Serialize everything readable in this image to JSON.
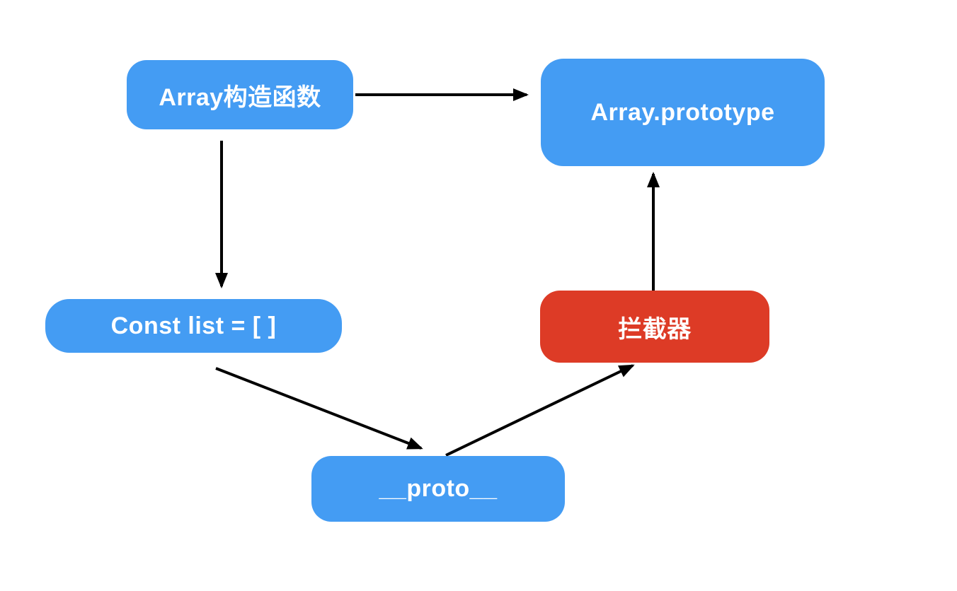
{
  "diagram": {
    "description": "Array prototype chain with interceptor",
    "colors": {
      "node_blue": "#449CF3",
      "node_red": "#DD3B26",
      "arrow": "#000000",
      "text": "#FFFFFF",
      "background": "#FFFFFF"
    },
    "nodes": [
      {
        "id": "array-constructor",
        "label": "Array构造函数",
        "color": "blue"
      },
      {
        "id": "array-prototype",
        "label": "Array.prototype",
        "color": "blue"
      },
      {
        "id": "const-list",
        "label": "Const list = [ ]",
        "color": "blue"
      },
      {
        "id": "interceptor",
        "label": "拦截器",
        "color": "red"
      },
      {
        "id": "proto",
        "label": "__proto__",
        "color": "blue"
      }
    ],
    "edges": [
      {
        "from": "array-constructor",
        "to": "array-prototype"
      },
      {
        "from": "array-constructor",
        "to": "const-list"
      },
      {
        "from": "const-list",
        "to": "proto"
      },
      {
        "from": "proto",
        "to": "interceptor"
      },
      {
        "from": "interceptor",
        "to": "array-prototype"
      }
    ]
  }
}
